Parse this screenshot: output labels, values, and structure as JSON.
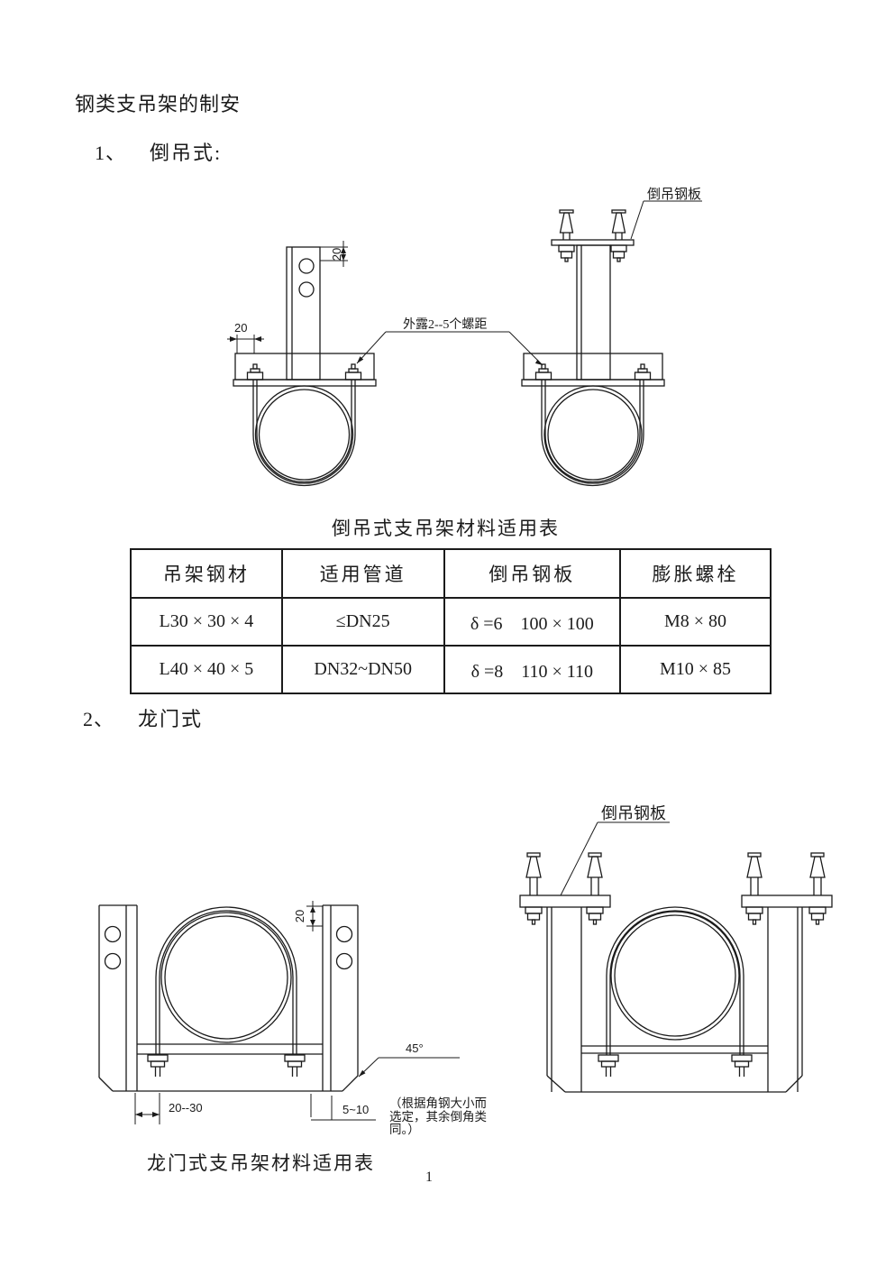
{
  "colors": {
    "ink": "#1b1b1b",
    "paper": "#ffffff"
  },
  "doc": {
    "title": "钢类支吊架的制安",
    "page_number": "1"
  },
  "section1": {
    "number": "1、",
    "heading": "倒吊式:",
    "diagram": {
      "dim_post_top": "20",
      "dim_plate_left": "20",
      "label_expose": "外露2--5个螺距",
      "label_plate": "倒吊钢板"
    },
    "table_title": "倒吊式支吊架材料适用表",
    "table": {
      "headers": [
        "吊架钢材",
        "适用管道",
        "倒吊钢板",
        "膨胀螺栓"
      ],
      "rows": [
        [
          "L30 × 30 × 4",
          "≤DN25",
          "δ =6　100 × 100",
          "M8 × 80"
        ],
        [
          "L40 × 40 × 5",
          "DN32~DN50",
          "δ =8　110 × 110",
          "M10 × 85"
        ]
      ]
    }
  },
  "section2": {
    "number": "2、",
    "heading": "龙门式",
    "left_diagram": {
      "dim_post_top": "20",
      "dim_offset": "20--30",
      "dim_chamfer": "5~10",
      "dim_angle": "45°",
      "note_lines": [
        "（根据角钢大小而",
        "选定，其余倒角类",
        "同。）"
      ]
    },
    "right_diagram": {
      "label_plate": "倒吊钢板"
    },
    "table_title": "龙门式支吊架材料适用表"
  }
}
